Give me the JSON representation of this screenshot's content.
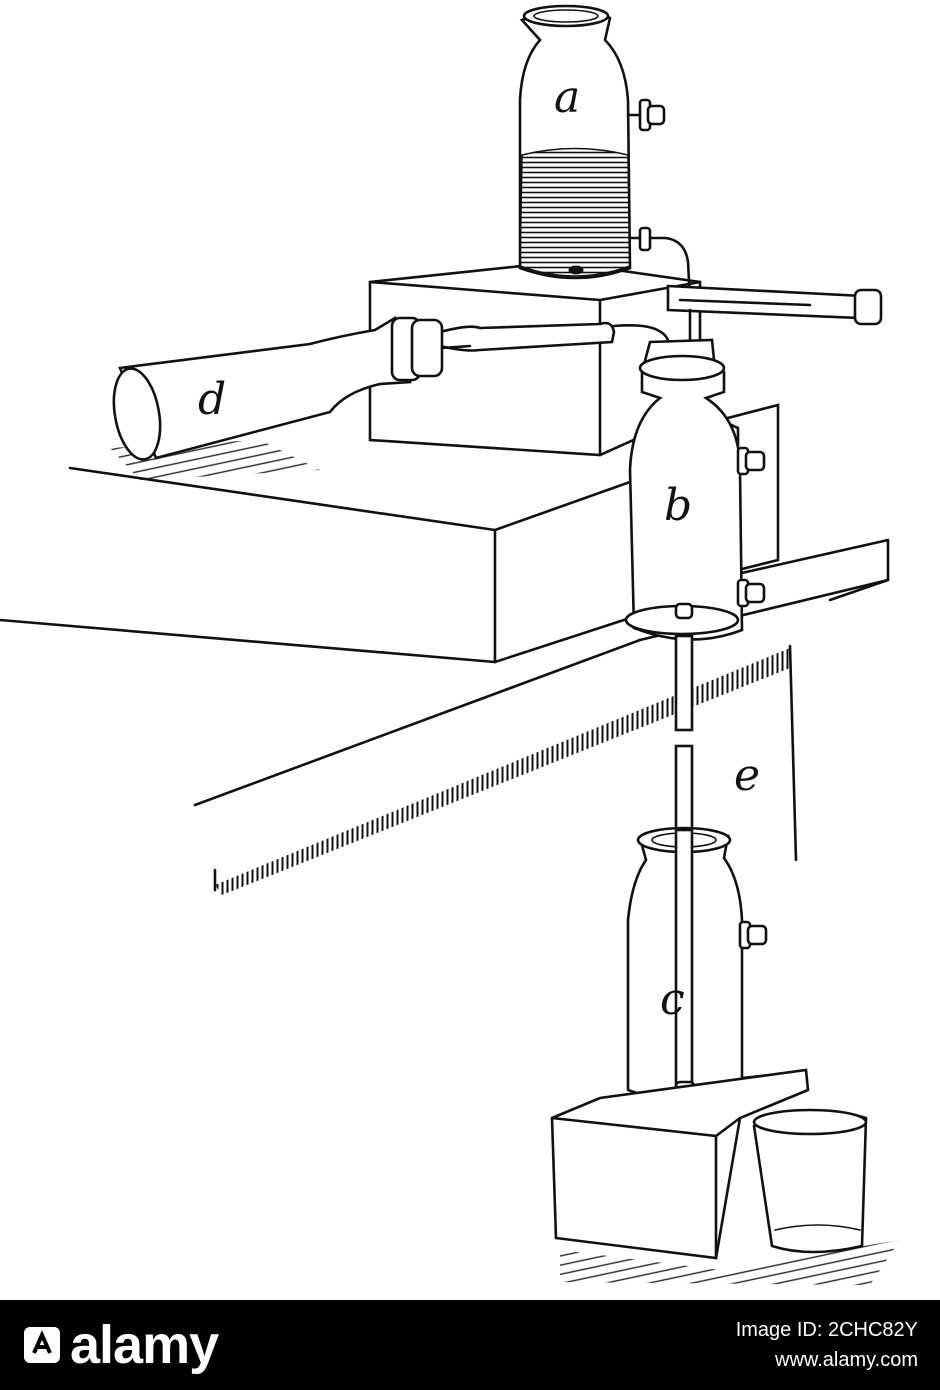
{
  "figure": {
    "labels": {
      "a": "a",
      "b": "b",
      "c": "c",
      "d": "d",
      "e": "e"
    }
  },
  "watermark": {
    "brand": "alamy",
    "image_id": "Image ID: 2CHC82Y",
    "site": "www.alamy.com"
  },
  "colors": {
    "ink": "#111111",
    "background": "#ffffff",
    "bar": "#000000"
  }
}
